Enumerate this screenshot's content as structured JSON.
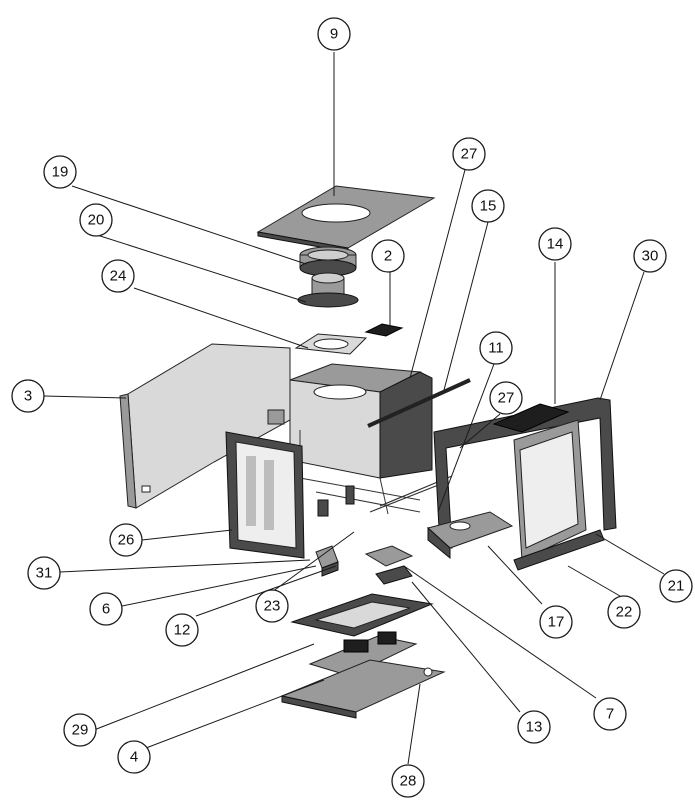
{
  "callouts": [
    {
      "id": "9",
      "label": "9"
    },
    {
      "id": "19",
      "label": "19"
    },
    {
      "id": "20",
      "label": "20"
    },
    {
      "id": "24",
      "label": "24"
    },
    {
      "id": "2",
      "label": "2"
    },
    {
      "id": "27a",
      "label": "27"
    },
    {
      "id": "15",
      "label": "15"
    },
    {
      "id": "14",
      "label": "14"
    },
    {
      "id": "30",
      "label": "30"
    },
    {
      "id": "3",
      "label": "3"
    },
    {
      "id": "11",
      "label": "11"
    },
    {
      "id": "27b",
      "label": "27"
    },
    {
      "id": "26",
      "label": "26"
    },
    {
      "id": "31",
      "label": "31"
    },
    {
      "id": "6",
      "label": "6"
    },
    {
      "id": "12",
      "label": "12"
    },
    {
      "id": "23",
      "label": "23"
    },
    {
      "id": "17",
      "label": "17"
    },
    {
      "id": "22",
      "label": "22"
    },
    {
      "id": "21",
      "label": "21"
    },
    {
      "id": "7",
      "label": "7"
    },
    {
      "id": "13",
      "label": "13"
    },
    {
      "id": "29",
      "label": "29"
    },
    {
      "id": "4",
      "label": "4"
    },
    {
      "id": "28",
      "label": "28"
    }
  ]
}
